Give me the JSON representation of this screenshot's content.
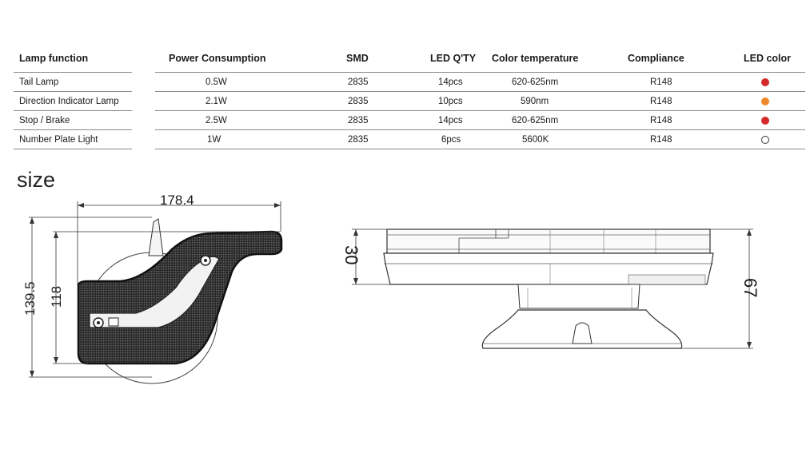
{
  "table": {
    "headers": [
      "Lamp function",
      "Power Consumption",
      "SMD",
      "LED Q'TY",
      "Color temperature",
      "Compliance",
      "LED color"
    ],
    "rows": [
      {
        "function": "Tail Lamp",
        "power": "0.5W",
        "smd": "2835",
        "qty": "14pcs",
        "temp": "620-625nm",
        "compliance": "R148",
        "led_color": "#d62a2a",
        "led_color_name": "red"
      },
      {
        "function": "Direction Indicator Lamp",
        "power": "2.1W",
        "smd": "2835",
        "qty": "10pcs",
        "temp": "590nm",
        "compliance": "R148",
        "led_color": "#f0882a",
        "led_color_name": "amber"
      },
      {
        "function": "Stop / Brake",
        "power": "2.5W",
        "smd": "2835",
        "qty": "14pcs",
        "temp": "620-625nm",
        "compliance": "R148",
        "led_color": "#d62a2a",
        "led_color_name": "red"
      },
      {
        "function": "Number Plate Light",
        "power": "1W",
        "smd": "2835",
        "qty": "6pcs",
        "temp": "5600K",
        "compliance": "R148",
        "led_color": "#ffffff",
        "led_color_name": "white"
      }
    ]
  },
  "size_section": {
    "title": "size",
    "left_view": {
      "width_label": "178.4",
      "height_outer_label": "139.5",
      "height_inner_label": "118"
    },
    "right_view": {
      "lens_height_label": "30",
      "total_height_label": "67"
    }
  }
}
